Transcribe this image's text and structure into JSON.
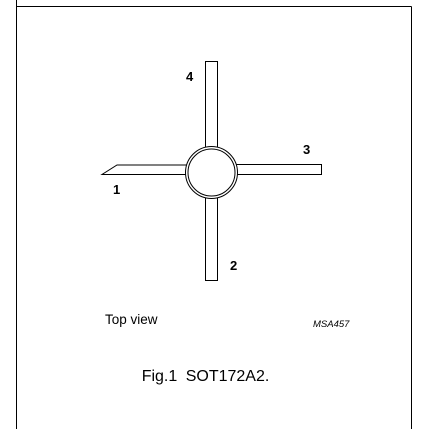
{
  "diagram": {
    "pin_labels": {
      "pin1": "1",
      "pin2": "2",
      "pin3": "3",
      "pin4": "4"
    },
    "view_label": "Top view",
    "figure_code": "MSA457",
    "caption": "Fig.1  SOT172A2."
  },
  "colors": {
    "stroke": "#000000",
    "background": "#ffffff"
  }
}
